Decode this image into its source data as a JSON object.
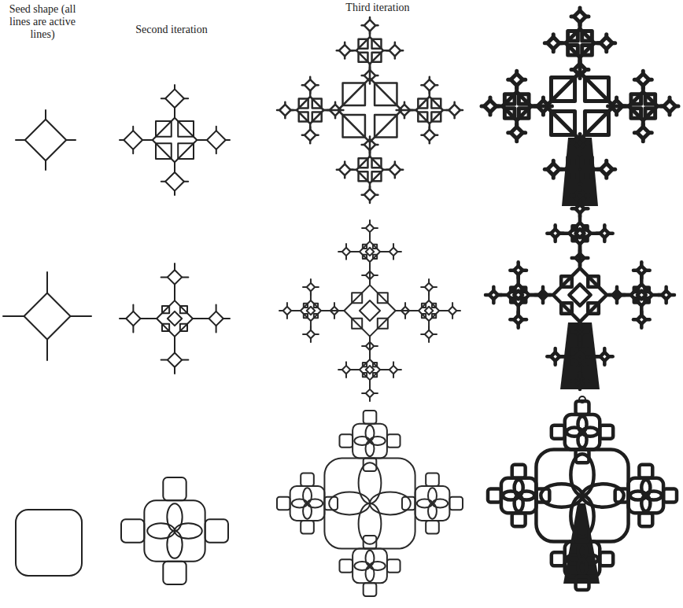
{
  "diagram": {
    "labels": [
      "Seed shape (all lines are active lines)",
      "Second iteration",
      "Third iteration"
    ]
  }
}
